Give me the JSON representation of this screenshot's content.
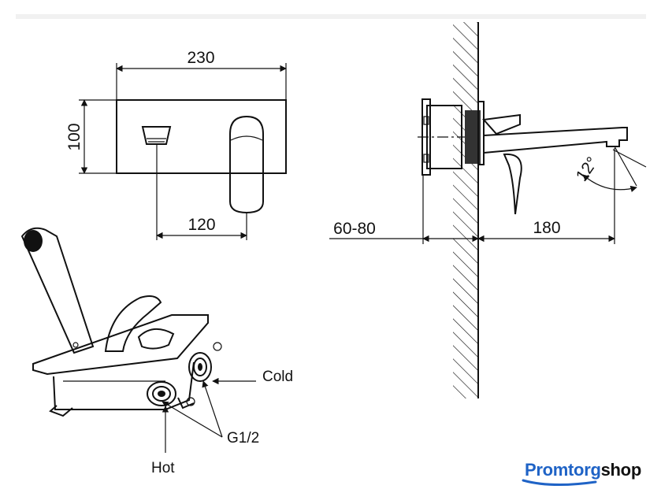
{
  "dimensions": {
    "width_total": "230",
    "height": "100",
    "center_distance": "120",
    "wall_range": "60-80",
    "spout_length": "180",
    "angle": "12°"
  },
  "labels": {
    "cold": "Cold",
    "hot": "Hot",
    "thread": "G1/2"
  },
  "brand": {
    "part1": "Promtorg",
    "part2": "shop",
    "color_primary": "#1f63c6",
    "color_secondary": "#111111"
  }
}
